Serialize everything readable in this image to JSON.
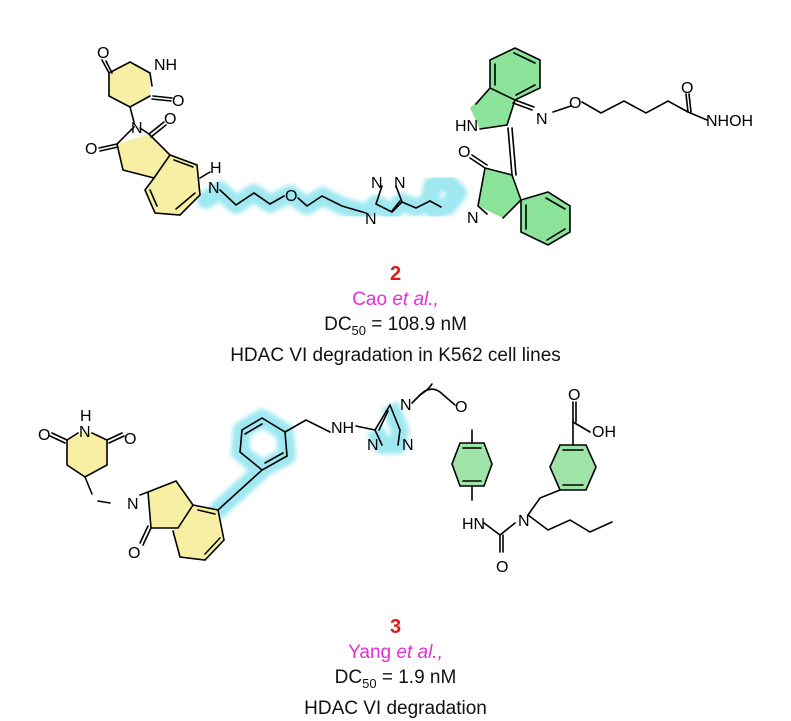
{
  "compound2": {
    "number": "2",
    "authors": "Cao",
    "etal": "et al.,",
    "dc_prefix": "DC",
    "dc_sub": "50",
    "dc_value": "= 108.9 nM",
    "activity": "HDAC VI degradation in K562 cell lines",
    "atoms": {
      "nh_glut": "NH",
      "o_glut1": "O",
      "o_glut2": "O",
      "n_imide": "N",
      "o_imide1": "O",
      "o_imide2": "O",
      "nh_link": "H",
      "n_link": "N",
      "o_ether": "O",
      "n_tri1": "N",
      "n_tri2": "N",
      "n_tri3": "N",
      "o_ox": "O",
      "n_ox_ring": "N",
      "hn_indole": "HN",
      "n_oxime": "N",
      "o_oxime": "O",
      "o_acid": "O",
      "nhoh": "NHOH"
    }
  },
  "compound3": {
    "number": "3",
    "authors": "Yang",
    "etal": "et al.,",
    "dc_prefix": "DC",
    "dc_sub": "50",
    "dc_value": "= 1.9 nM",
    "activity": "HDAC VI degradation",
    "atoms": {
      "o_glut1": "O",
      "nh_glut": "H",
      "n_glut": "N",
      "o_glut2": "O",
      "n_lac": "N",
      "o_lac": "O",
      "nh_link": "NH",
      "n_tri1": "N",
      "n_tri2": "N",
      "n_tri3": "N",
      "o_ether": "O",
      "hn_urea": "HN",
      "n_urea": "N",
      "o_urea": "O",
      "o_acid": "O",
      "oh_acid": "OH"
    }
  },
  "colors": {
    "pomalidomide_fill": "#f7f0a4",
    "linker_glow": "#9fe8f2",
    "indirubin_fill": "#8be39a",
    "phenyl_fill": "#9ee3a8",
    "compound_number": "#e01b1b",
    "author_text": "#e22fd6"
  }
}
